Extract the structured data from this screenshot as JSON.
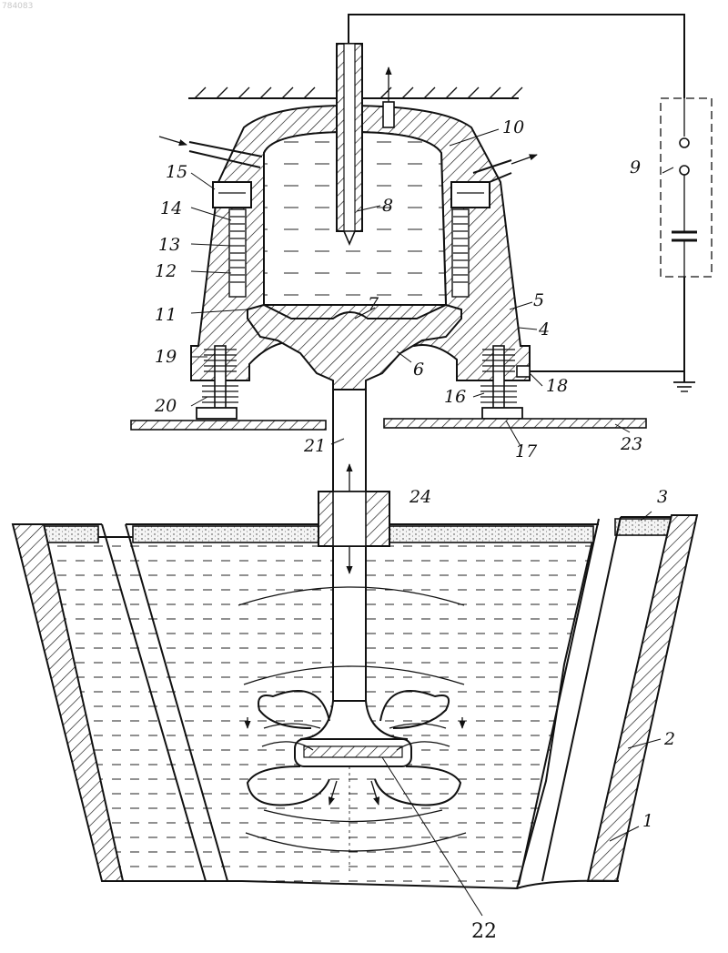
{
  "corner_mark": "784083",
  "labels": {
    "l1": "1",
    "l2": "2",
    "l3": "3",
    "l4": "4",
    "l5": "5",
    "l6": "6",
    "l7": "7",
    "l8": "8",
    "l9": "9",
    "l10": "10",
    "l11": "11",
    "l12": "12",
    "l13": "13",
    "l14": "14",
    "l15": "15",
    "l16": "16",
    "l17": "17",
    "l18": "18",
    "l19": "19",
    "l20": "20",
    "l21": "21",
    "l22": "22",
    "l23": "23",
    "l24": "24"
  }
}
